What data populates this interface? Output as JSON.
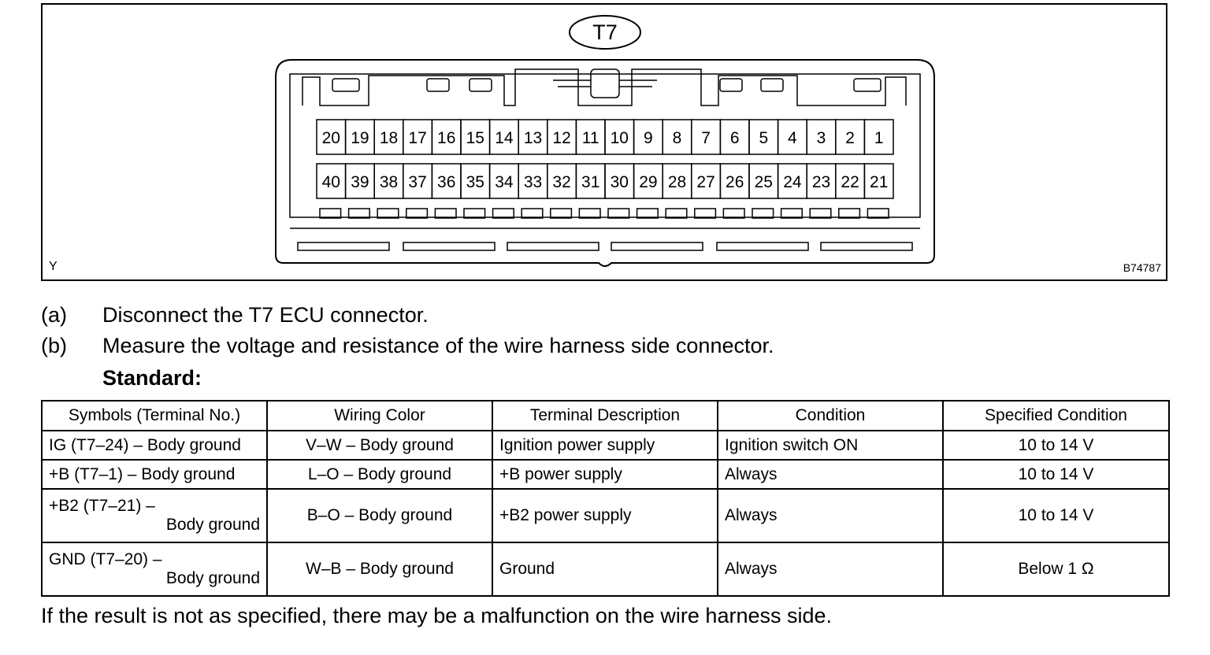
{
  "figure": {
    "connector_label": "T7",
    "left_corner_label": "Y",
    "figure_code": "B74787",
    "pins_top_row": [
      "20",
      "19",
      "18",
      "17",
      "16",
      "15",
      "14",
      "13",
      "12",
      "11",
      "10",
      "9",
      "8",
      "7",
      "6",
      "5",
      "4",
      "3",
      "2",
      "1"
    ],
    "pins_bottom_row": [
      "40",
      "39",
      "38",
      "37",
      "36",
      "35",
      "34",
      "33",
      "32",
      "31",
      "30",
      "29",
      "28",
      "27",
      "26",
      "25",
      "24",
      "23",
      "22",
      "21"
    ]
  },
  "steps": [
    {
      "letter": "(a)",
      "text": "Disconnect the T7 ECU connector."
    },
    {
      "letter": "(b)",
      "text": "Measure the voltage and resistance of the wire harness side connector."
    }
  ],
  "standard_heading": "Standard:",
  "table": {
    "headers": [
      "Symbols (Terminal No.)",
      "Wiring Color",
      "Terminal Description",
      "Condition",
      "Specified Condition"
    ],
    "rows": [
      {
        "symbol_1": "IG (T7–24) – Body ground",
        "symbol_2": "",
        "wiring": "V–W – Body ground",
        "description": "Ignition power supply",
        "condition": "Ignition switch ON",
        "specified": "10 to 14 V"
      },
      {
        "symbol_1": "+B (T7–1) – Body ground",
        "symbol_2": "",
        "wiring": "L–O – Body ground",
        "description": "+B power supply",
        "condition": "Always",
        "specified": "10 to 14 V"
      },
      {
        "symbol_1": "+B2 (T7–21) –",
        "symbol_2": "Body ground",
        "wiring": "B–O – Body ground",
        "description": "+B2 power supply",
        "condition": "Always",
        "specified": "10 to 14 V"
      },
      {
        "symbol_1": "GND (T7–20) –",
        "symbol_2": "Body ground",
        "wiring": "W–B – Body ground",
        "description": "Ground",
        "condition": "Always",
        "specified": "Below 1 Ω"
      }
    ]
  },
  "footer_note": "If the result is not as specified, there may be a malfunction on the wire harness side."
}
